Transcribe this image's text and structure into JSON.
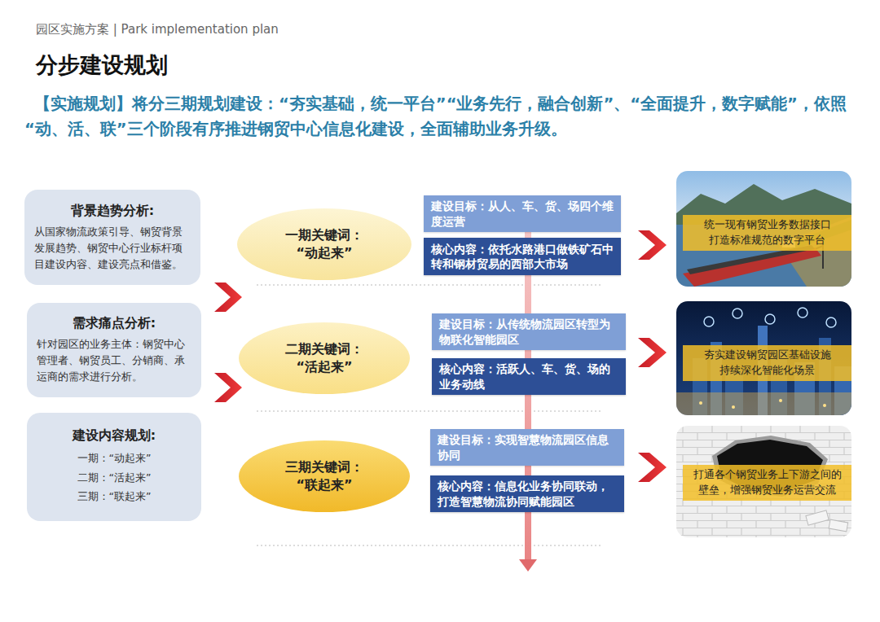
{
  "diagram": {
    "title": "分步建设规划",
    "nodes": [
      {
        "text": [
          "背景趋势分析:",
          "从国家物流政策引导、钢贸背景发展趋势、钢贸中心行业标杆项目建设内容、建设亮点和借鉴。"
        ]
      },
      {
        "text": [
          "需求痛点分析:",
          "针对园区的业务主体：钢贸中心管理者、钢贸员工、分销商、承运商的需求进行分析。"
        ]
      },
      {
        "text": [
          "建设内容规划:",
          "一期：“动起来”",
          "二期：“活起来”",
          "三期：“联起来”"
        ]
      },
      {
        "text": [
          "一期关键词：",
          "“动起来”"
        ]
      },
      {
        "text": [
          "建设目标：从人、车、货、场四个维度运营"
        ]
      },
      {
        "text": [
          "核心内容：依托水路港口做铁矿石中转和钢材贸易的西部大市场"
        ]
      },
      {
        "text": [
          "统一现有钢贸业务数据接口 打造标准规范的数字平台"
        ]
      },
      {
        "text": [
          "二期关键词：",
          "“活起来”"
        ]
      },
      {
        "text": [
          "建设目标：从传统物流园区转型为物联化智能园区"
        ]
      },
      {
        "text": [
          "核心内容：活跃人、车、货、场的业务动线"
        ]
      },
      {
        "text": [
          "夯实建设钢贸园区基础设施 持续深化智能化场景"
        ]
      },
      {
        "text": [
          "三期关键词：",
          "“联起来”"
        ]
      },
      {
        "text": [
          "建设目标：实现智慧物流园区信息协同"
        ]
      },
      {
        "text": [
          "核心内容：信息化业务协同联动，打造智慧物流协同赋能园区"
        ]
      },
      {
        "text": [
          "打通各个钢贸业务上下游之间的壁垒，增强钢贸业务运营交流"
        ]
      }
    ],
    "labels": [
      "园区实施方案 | Park implementation plan",
      "【实施规划】将分三期规划建设：“夯实基础，统一平台”“业务先行，融合创新”、“全面提升，数字赋能”，依照“动、活、联”三个阶段有序推进钢贸中心信息化建设，全面辅助业务升级。"
    ]
  }
}
